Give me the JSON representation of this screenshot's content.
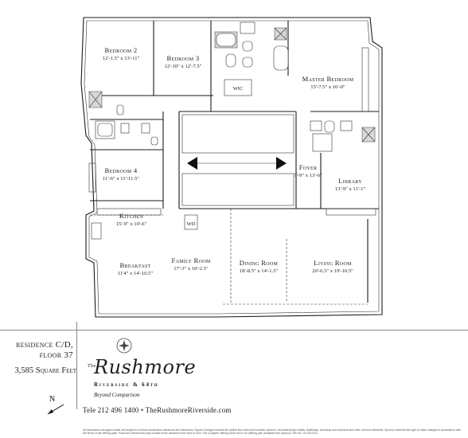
{
  "rooms": {
    "bedroom2": {
      "name": "Bedroom 2",
      "dims": "12'-1.5\" x 13'-11\""
    },
    "bedroom3": {
      "name": "Bedroom 3",
      "dims": "12'-10\" x 12'-7.5\""
    },
    "master": {
      "name": "Master Bedroom",
      "dims": "15'-7.5\" x 16'-0\""
    },
    "wic": {
      "name": "WIC"
    },
    "bedroom4": {
      "name": "Bedroom 4",
      "dims": "11'-6\" x 11'-11.5\""
    },
    "foyer": {
      "name": "Foyer",
      "dims": "7'-9\" x 13'-6\""
    },
    "library": {
      "name": "Library",
      "dims": "13'-9\" x 11'-1\""
    },
    "kitchen": {
      "name": "Kitchen",
      "dims": "15'-9\" x 10'-6\""
    },
    "wd": {
      "name": "WD"
    },
    "breakfast": {
      "name": "Breakfast",
      "dims": "11'4\" x 14'-10.5\""
    },
    "family": {
      "name": "Family Room",
      "dims": "17'-3\" x 10'-2.5\""
    },
    "dining": {
      "name": "Dining Room",
      "dims": "18'-8.5\" x 14'-1.5\""
    },
    "living": {
      "name": "Living Room",
      "dims": "20'-6.5\" x 19'-10.5\""
    }
  },
  "info": {
    "residence": "residence C/D,",
    "floor": "floor 37",
    "sqft": "3,585 Square Feet",
    "north": "N"
  },
  "brand": {
    "the": "The",
    "name": "Rushmore",
    "sub": "Riverside & 64th",
    "tagline": "Beyond Comparison",
    "contact": "Tele 212 496 1400 • TheRushmoreRiverside.com",
    "disclaimer": "All dimensions are approximate and subject to normal construction variances and tolerances. Square footage exceeds the usable floor area and includes columns, mechanical pipe shafts, shaftways, chimneys and contracts and other common elements. Sponsor reserves the right to make changes in accordance with the terms of the offering plan. Plans and dimensions may contain minor variations from floor to floor. The complete offering terms are in an offering plan available from Sponsor. File No. CD-05-0120."
  }
}
